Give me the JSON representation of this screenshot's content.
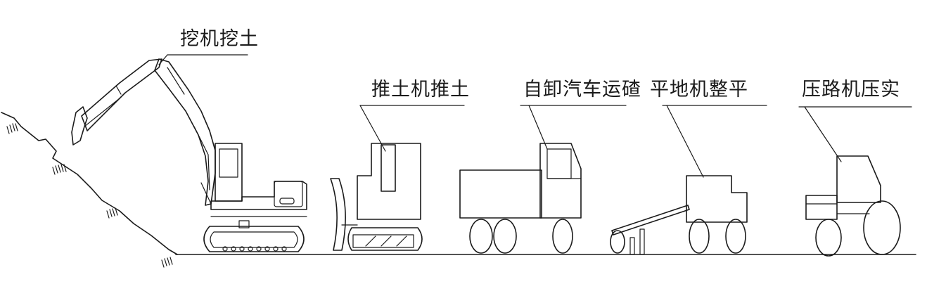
{
  "labels": {
    "excavator": "挖机挖土",
    "bulldozer": "推土机推土",
    "dump_truck": "自卸汽车运碴",
    "grader": "平地机整平",
    "roller": "压路机压实"
  },
  "colors": {
    "line": "#1a1a1a",
    "background": "#ffffff"
  }
}
